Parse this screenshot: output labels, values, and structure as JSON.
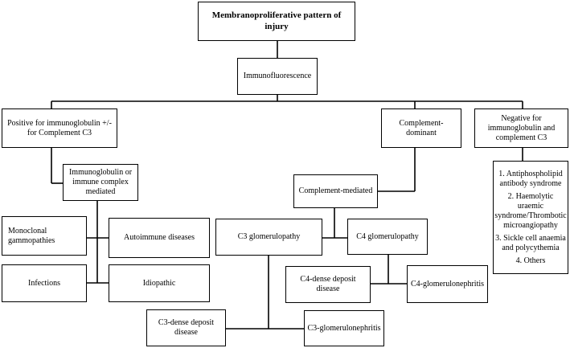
{
  "title": "Membranoproliferative pattern of injury",
  "nodes": {
    "immunofluorescence": "Immunofluorescence",
    "positive": "Positive for immunoglobulin +/- for Complement C3",
    "complement_dominant": "Complement-dominant",
    "negative": "Negative for immunoglobulin and complement C3",
    "immune_complex": "Immunoglobulin or immune complex mediated",
    "complement_mediated": "Complement-mediated",
    "monoclonal": "Monoclonal gammopathies",
    "autoimmune": "Autoimmune diseases",
    "infections": "Infections",
    "idiopathic": "Idiopathic",
    "c3g": "C3 glomerulopathy",
    "c4g": "C4 glomerulopathy",
    "c4_ddd": "C4-dense deposit disease",
    "c4_gn": "C4-glomerulonephritis",
    "c3_ddd": "C3-dense deposit disease",
    "c3_gn": "C3-glomerulonephritis"
  },
  "negative_list": [
    "1. Antiphospholipid antibody syndrome",
    "2. Haemolytic uraemic syndrome/Thrombotic microangiopathy",
    "3. Sickle cell anaemia and polycythemia",
    "4. Others"
  ]
}
